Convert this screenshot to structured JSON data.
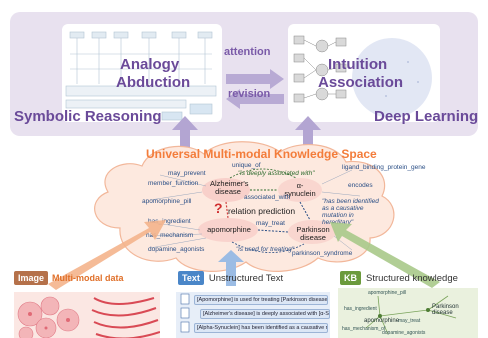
{
  "top": {
    "symbolic_label": "Symbolic Reasoning",
    "deep_label": "Deep Learning",
    "left_box_line1": "Analogy",
    "left_box_line2": "Abduction",
    "right_box_line1": "Intuition",
    "right_box_line2": "Association",
    "arrow_right_label": "attention",
    "arrow_left_label": "revision"
  },
  "knowledge_space": {
    "title": "Universal Multi-modal Knowledge Space",
    "nodes": {
      "alzheimers": "Alzheimer's disease",
      "synuclein": "α-synuclein",
      "apomorphine": "apomorphine",
      "parkinson": "Parkinson disease",
      "relation_prediction": "relation prediction",
      "question_mark": "?"
    },
    "edge_labels": {
      "may_prevent": "may_prevent",
      "member_function": "member_function",
      "unique_of": "unique_of",
      "apomorphine_pill": "apomorphine_pill",
      "has_ingredient": "has_ingredient",
      "has_mechanism": "has_mechanism",
      "dopamine_agonists": "dopamine_agonists",
      "associated_with": "associated_with",
      "may_treat": "may_treat",
      "ligand_binding": "ligand_binding_protein_gene",
      "encodes": "encodes",
      "parkinsons_syndrome": "parkinson_syndrome"
    },
    "quotes": {
      "deeply": "\"is deeply associated with\"",
      "identified": "\"has been identified as a causative mutation in hereditary\"",
      "used_for": "\"is used for treating\""
    }
  },
  "sources": {
    "image": {
      "tag": "Image",
      "label": "Multi-modal data",
      "color": "#f08a3e"
    },
    "text": {
      "tag": "Text",
      "label": "Unstructured Text",
      "color": "#4a86c8"
    },
    "kb": {
      "tag": "KB",
      "label": "Structured knowledge",
      "color": "#6b9a3c"
    }
  },
  "text_snippets": [
    "[Apomorphine] is used for treating [Parkinson disease]...",
    "[Alzheimer's disease] is deeply associated with [α-Synuclein]",
    "[Alpha-Synuclein] has been identified as a causative mutation in [Parkinson disease]"
  ],
  "kb_graph": {
    "nodes": [
      "apomorphine",
      "Parkinson disease",
      "dopamine_agonists"
    ],
    "edges": [
      "apomorphine_pill",
      "has_ingredient",
      "has_mechanism_of",
      "may_treat"
    ]
  },
  "colors": {
    "purple": "#7a5aa8",
    "orange": "#f37c3a",
    "blue": "#4a86c8",
    "green": "#6b9a3c",
    "arrow_purple": "#a794c8"
  }
}
